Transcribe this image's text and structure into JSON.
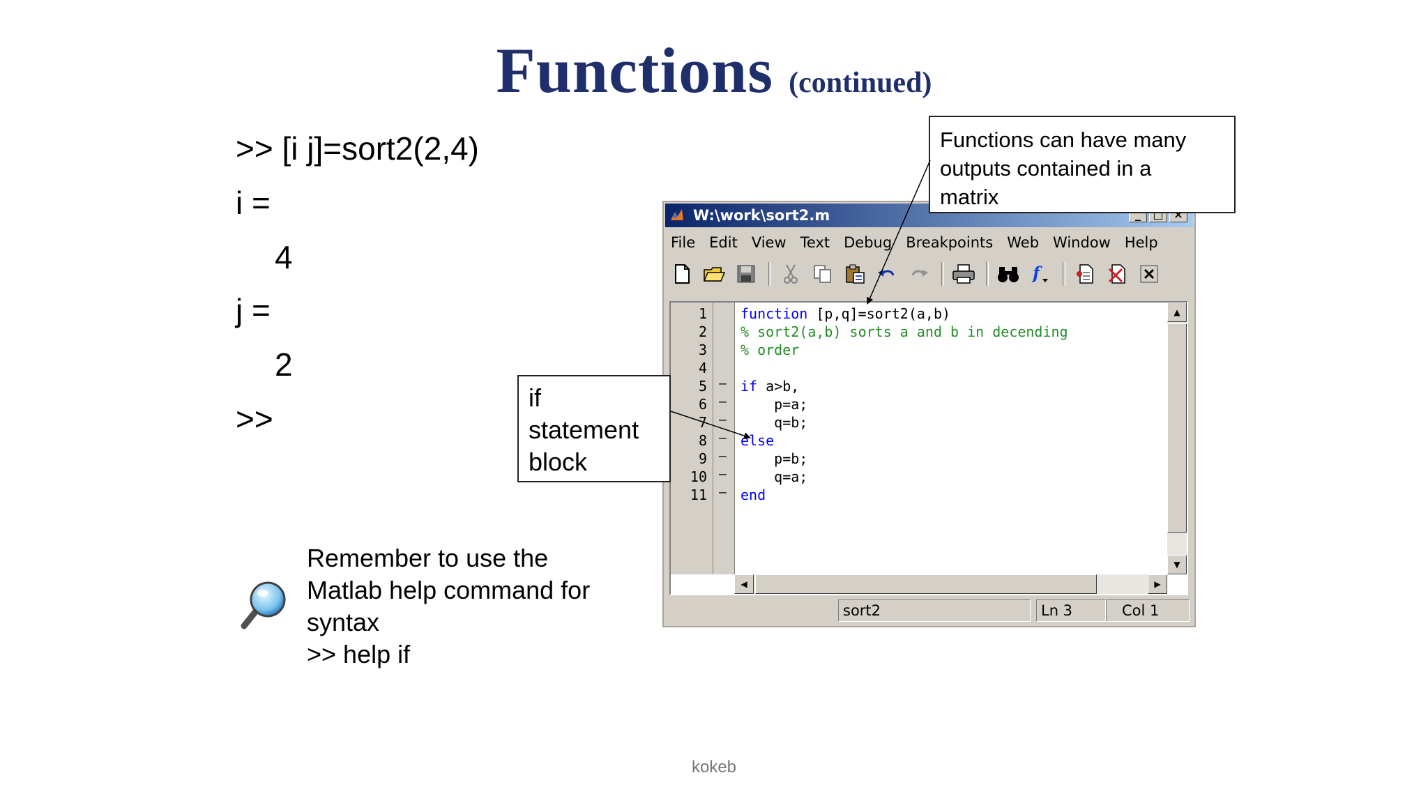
{
  "slide": {
    "title": "Functions",
    "subtitle": "(continued)",
    "footer": "kokeb"
  },
  "console": {
    "lines": [
      ">> [i j]=sort2(2,4)",
      "i =",
      "4",
      "j =",
      "2",
      ">>"
    ]
  },
  "callouts": {
    "outputs": [
      "Functions can have many",
      "outputs contained in a",
      "matrix"
    ],
    "if_block": [
      "if",
      "statement",
      "block"
    ]
  },
  "note": {
    "lines": [
      "Remember to use the",
      "Matlab help command for",
      "syntax",
      ">> help if"
    ],
    "icon": "magnifier-icon"
  },
  "editor": {
    "window_title": "W:\\work\\sort2.m",
    "window_buttons": [
      "_",
      "□",
      "×"
    ],
    "menu": [
      "File",
      "Edit",
      "View",
      "Text",
      "Debug",
      "Breakpoints",
      "Web",
      "Window",
      "Help"
    ],
    "line_numbers": [
      "1",
      "2",
      "3",
      "4",
      "5",
      "6",
      "7",
      "8",
      "9",
      "10",
      "11"
    ],
    "breakpoint_dashes": [
      "",
      "",
      "",
      "",
      "–",
      "–",
      "–",
      "–",
      "–",
      "–",
      "–"
    ],
    "code": [
      {
        "kw": "function",
        "rest": " [p,q]=sort2(a,b)"
      },
      {
        "cm": "% sort2(a,b) sorts a and b in decending"
      },
      {
        "cm": "% order"
      },
      {
        "rest": ""
      },
      {
        "kw": "if",
        "rest": " a>b,"
      },
      {
        "rest": "    p=a;"
      },
      {
        "rest": "    q=b;"
      },
      {
        "kw": "else",
        "rest": ""
      },
      {
        "rest": "    p=b;"
      },
      {
        "rest": "    q=a;"
      },
      {
        "kw": "end",
        "rest": ""
      }
    ],
    "status": {
      "function": "sort2",
      "line": "Ln 3",
      "col": "Col 1"
    },
    "colors": {
      "keyword": "#0000ff",
      "comment": "#228b22",
      "titlebar": "#0a246a"
    }
  }
}
